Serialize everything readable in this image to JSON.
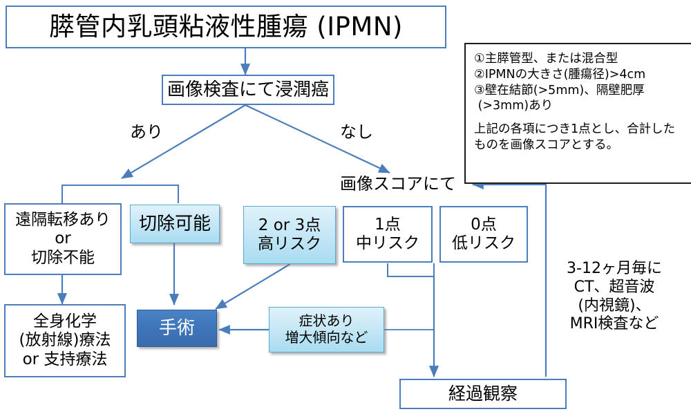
{
  "diagram": {
    "title": "膵管内乳頭粘液性腫瘍 (IPMN)",
    "nodes": {
      "imaging_invasive": "画像検査にて浸潤癌",
      "distant_meta": "遠隔転移あり\nor\n切除不能",
      "resectable": "切除可能",
      "score_high": "2 or 3点\n高リスク",
      "score_mid": "1点\n中リスク",
      "score_low": "0点\n低リスク",
      "chemo": "全身化学\n(放射線)療法\nor 支持療法",
      "surgery": "手術",
      "symptoms": "症状あり\n増大傾向など",
      "followup": "経過観察"
    },
    "labels": {
      "branch_yes": "あり",
      "branch_no": "なし",
      "score_header": "画像スコアにて",
      "surveillance": "3-12ヶ月毎に\nCT、超音波\n(内視鏡)、\nMRI検査など"
    },
    "legend": {
      "line1": "①主膵管型、または混合型",
      "line2": "②IPMNの大きさ(腫瘍径)>4cm",
      "line3": "③壁在結節(>5mm)、隔壁肥厚",
      "line4": " (>3mm)あり",
      "line5": "上記の各項につき1点とし、合計した",
      "line6": "ものを画像スコアとする。"
    },
    "colors": {
      "border_blue": "#4a7ebb",
      "connector_blue": "#4a7ebb",
      "cyan_fill": "#a8dcf0",
      "surgery_fill": "#3f76ba",
      "legend_border": "#1a1a1a"
    }
  }
}
